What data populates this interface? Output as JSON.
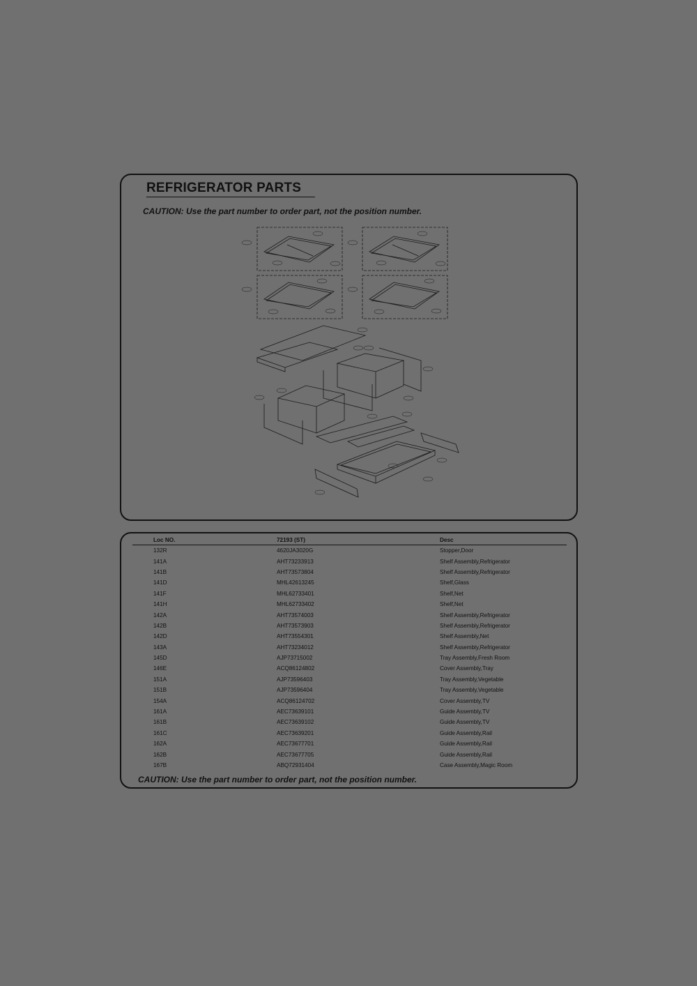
{
  "title": "REFRIGERATOR PARTS",
  "caution": "CAUTION: Use the part number to order part, not the position number.",
  "table": {
    "headers": [
      "Loc NO.",
      "72193 (ST)",
      "Desc"
    ],
    "rows": [
      [
        "132R",
        "4620JA3020G",
        "Stopper,Door"
      ],
      [
        "141A",
        "AHT73233913",
        "Shelf Assembly,Refrigerator"
      ],
      [
        "141B",
        "AHT73573804",
        "Shelf Assembly,Refrigerator"
      ],
      [
        "141D",
        "MHL42613245",
        "Shelf,Glass"
      ],
      [
        "141F",
        "MHL62733401",
        "Shelf,Net"
      ],
      [
        "141H",
        "MHL62733402",
        "Shelf,Net"
      ],
      [
        "142A",
        "AHT73574003",
        "Shelf Assembly,Refrigerator"
      ],
      [
        "142B",
        "AHT73573903",
        "Shelf Assembly,Refrigerator"
      ],
      [
        "142D",
        "AHT73554301",
        "Shelf Assembly,Net"
      ],
      [
        "143A",
        "AHT73234012",
        "Shelf Assembly,Refrigerator"
      ],
      [
        "145D",
        "AJP73715002",
        "Tray Assembly,Fresh Room"
      ],
      [
        "146E",
        "ACQ86124802",
        "Cover Assembly,Tray"
      ],
      [
        "151A",
        "AJP73596403",
        "Tray Assembly,Vegetable"
      ],
      [
        "151B",
        "AJP73596404",
        "Tray Assembly,Vegetable"
      ],
      [
        "154A",
        "ACQ86124702",
        "Cover Assembly,TV"
      ],
      [
        "161A",
        "AEC73639101",
        "Guide Assembly,TV"
      ],
      [
        "161B",
        "AEC73639102",
        "Guide Assembly,TV"
      ],
      [
        "161C",
        "AEC73639201",
        "Guide Assembly,Rail"
      ],
      [
        "162A",
        "AEC73677701",
        "Guide Assembly,Rail"
      ],
      [
        "162B",
        "AEC73677705",
        "Guide Assembly,Rail"
      ],
      [
        "167B",
        "ABQ72931404",
        "Case Assembly,Magic Room"
      ]
    ]
  }
}
